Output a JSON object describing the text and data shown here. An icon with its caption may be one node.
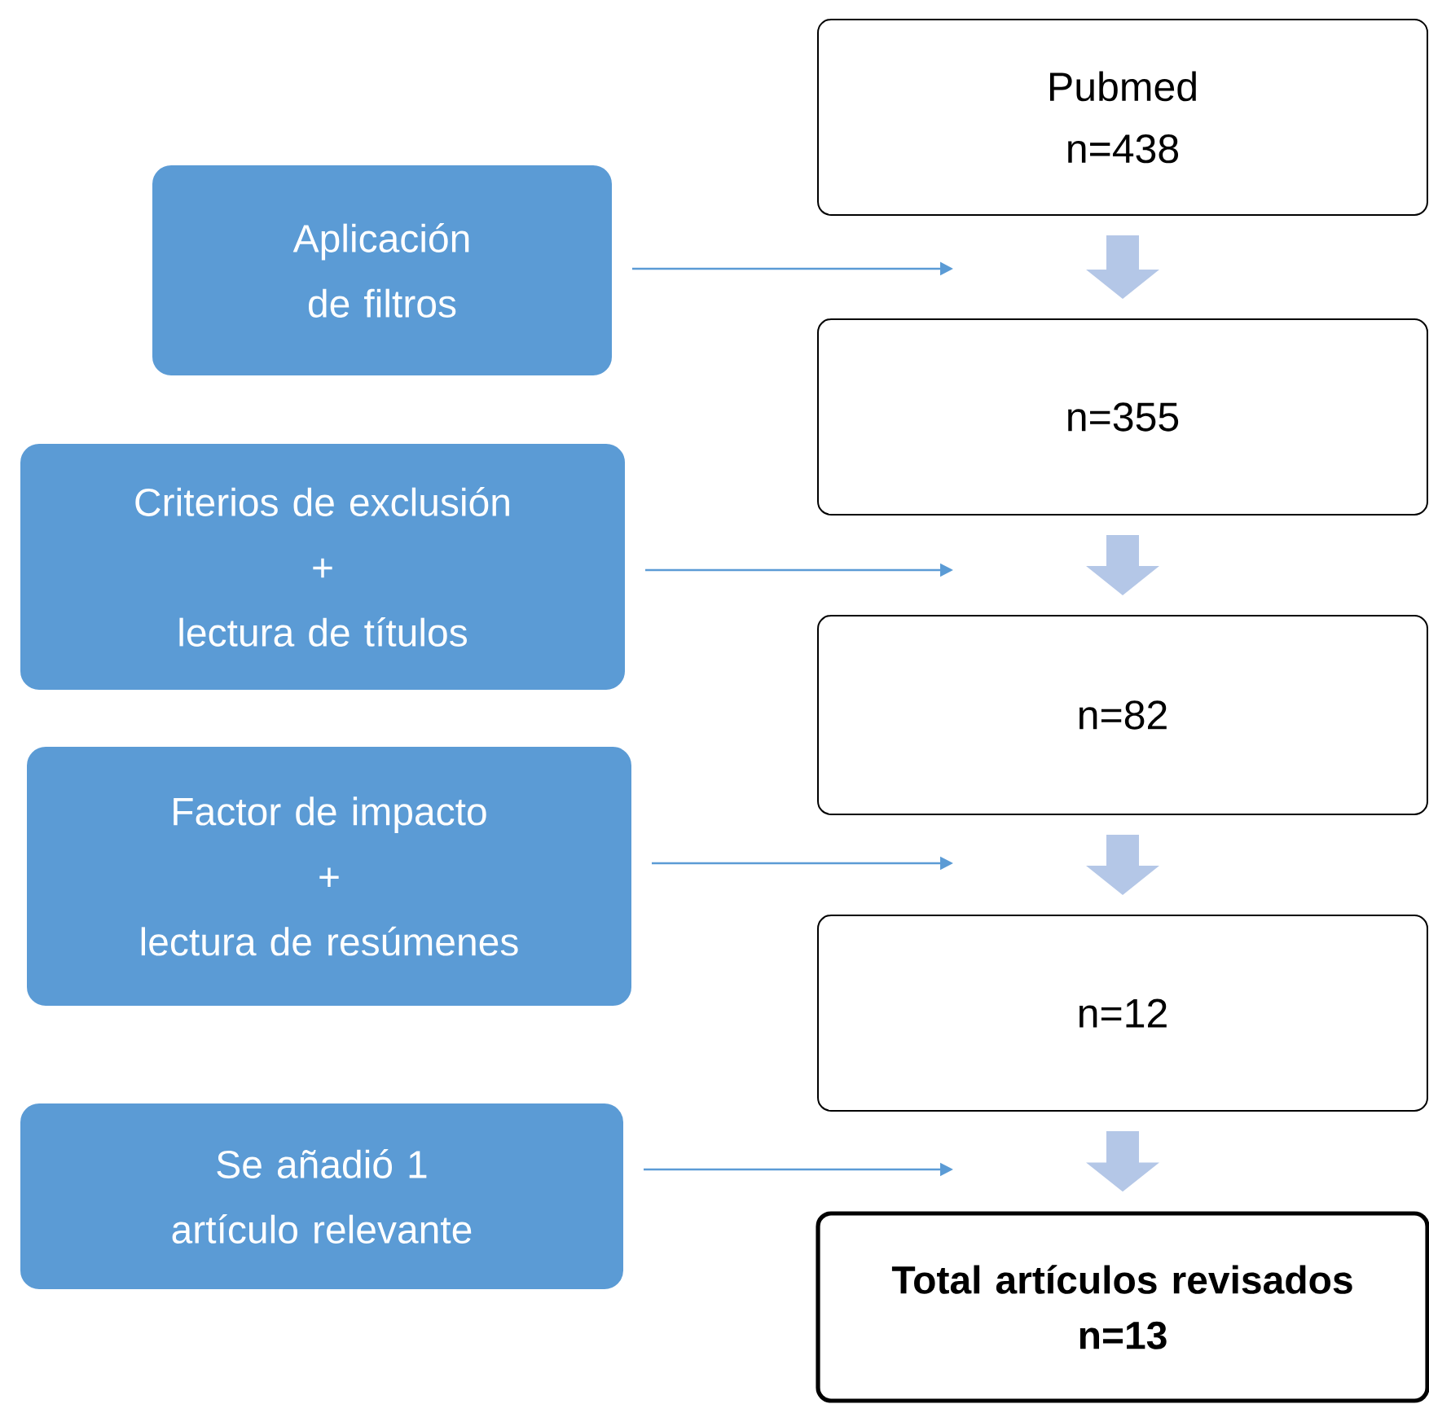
{
  "diagram": {
    "nodes": [
      {
        "text": [
          "Pubmed",
          "n=438"
        ]
      },
      {
        "text": [
          "n=355"
        ]
      },
      {
        "text": [
          "n=82"
        ]
      },
      {
        "text": [
          "n=12"
        ]
      },
      {
        "text": [
          "Total artículos revisados",
          "n=13"
        ]
      },
      {
        "text": [
          "Aplicación de filtros"
        ]
      },
      {
        "text": [
          "Criterios de exclusión",
          "+",
          "lectura de títulos"
        ]
      },
      {
        "text": [
          "Factor de impacto",
          "+",
          "lectura de resúmenes"
        ]
      },
      {
        "text": [
          "Se añadió 1 artículo relevante"
        ]
      }
    ],
    "edges": [
      {
        "from": 0,
        "to": 1,
        "arrow": "to",
        "style": "thick",
        "color": "#b4c7e7"
      },
      {
        "from": 1,
        "to": 2,
        "arrow": "to",
        "style": "thick",
        "color": "#b4c7e7"
      },
      {
        "from": 2,
        "to": 3,
        "arrow": "to",
        "style": "thick",
        "color": "#b4c7e7"
      },
      {
        "from": 3,
        "to": 4,
        "arrow": "to",
        "style": "thick",
        "color": "#b4c7e7"
      },
      {
        "from": 5,
        "to": null,
        "arrow": "to",
        "color": "#5b9bd5"
      },
      {
        "from": 6,
        "to": null,
        "arrow": "to",
        "color": "#5b9bd5"
      },
      {
        "from": 7,
        "to": null,
        "arrow": "to",
        "color": "#5b9bd5"
      },
      {
        "from": 8,
        "to": null,
        "arrow": "to",
        "color": "#5b9bd5"
      }
    ]
  }
}
